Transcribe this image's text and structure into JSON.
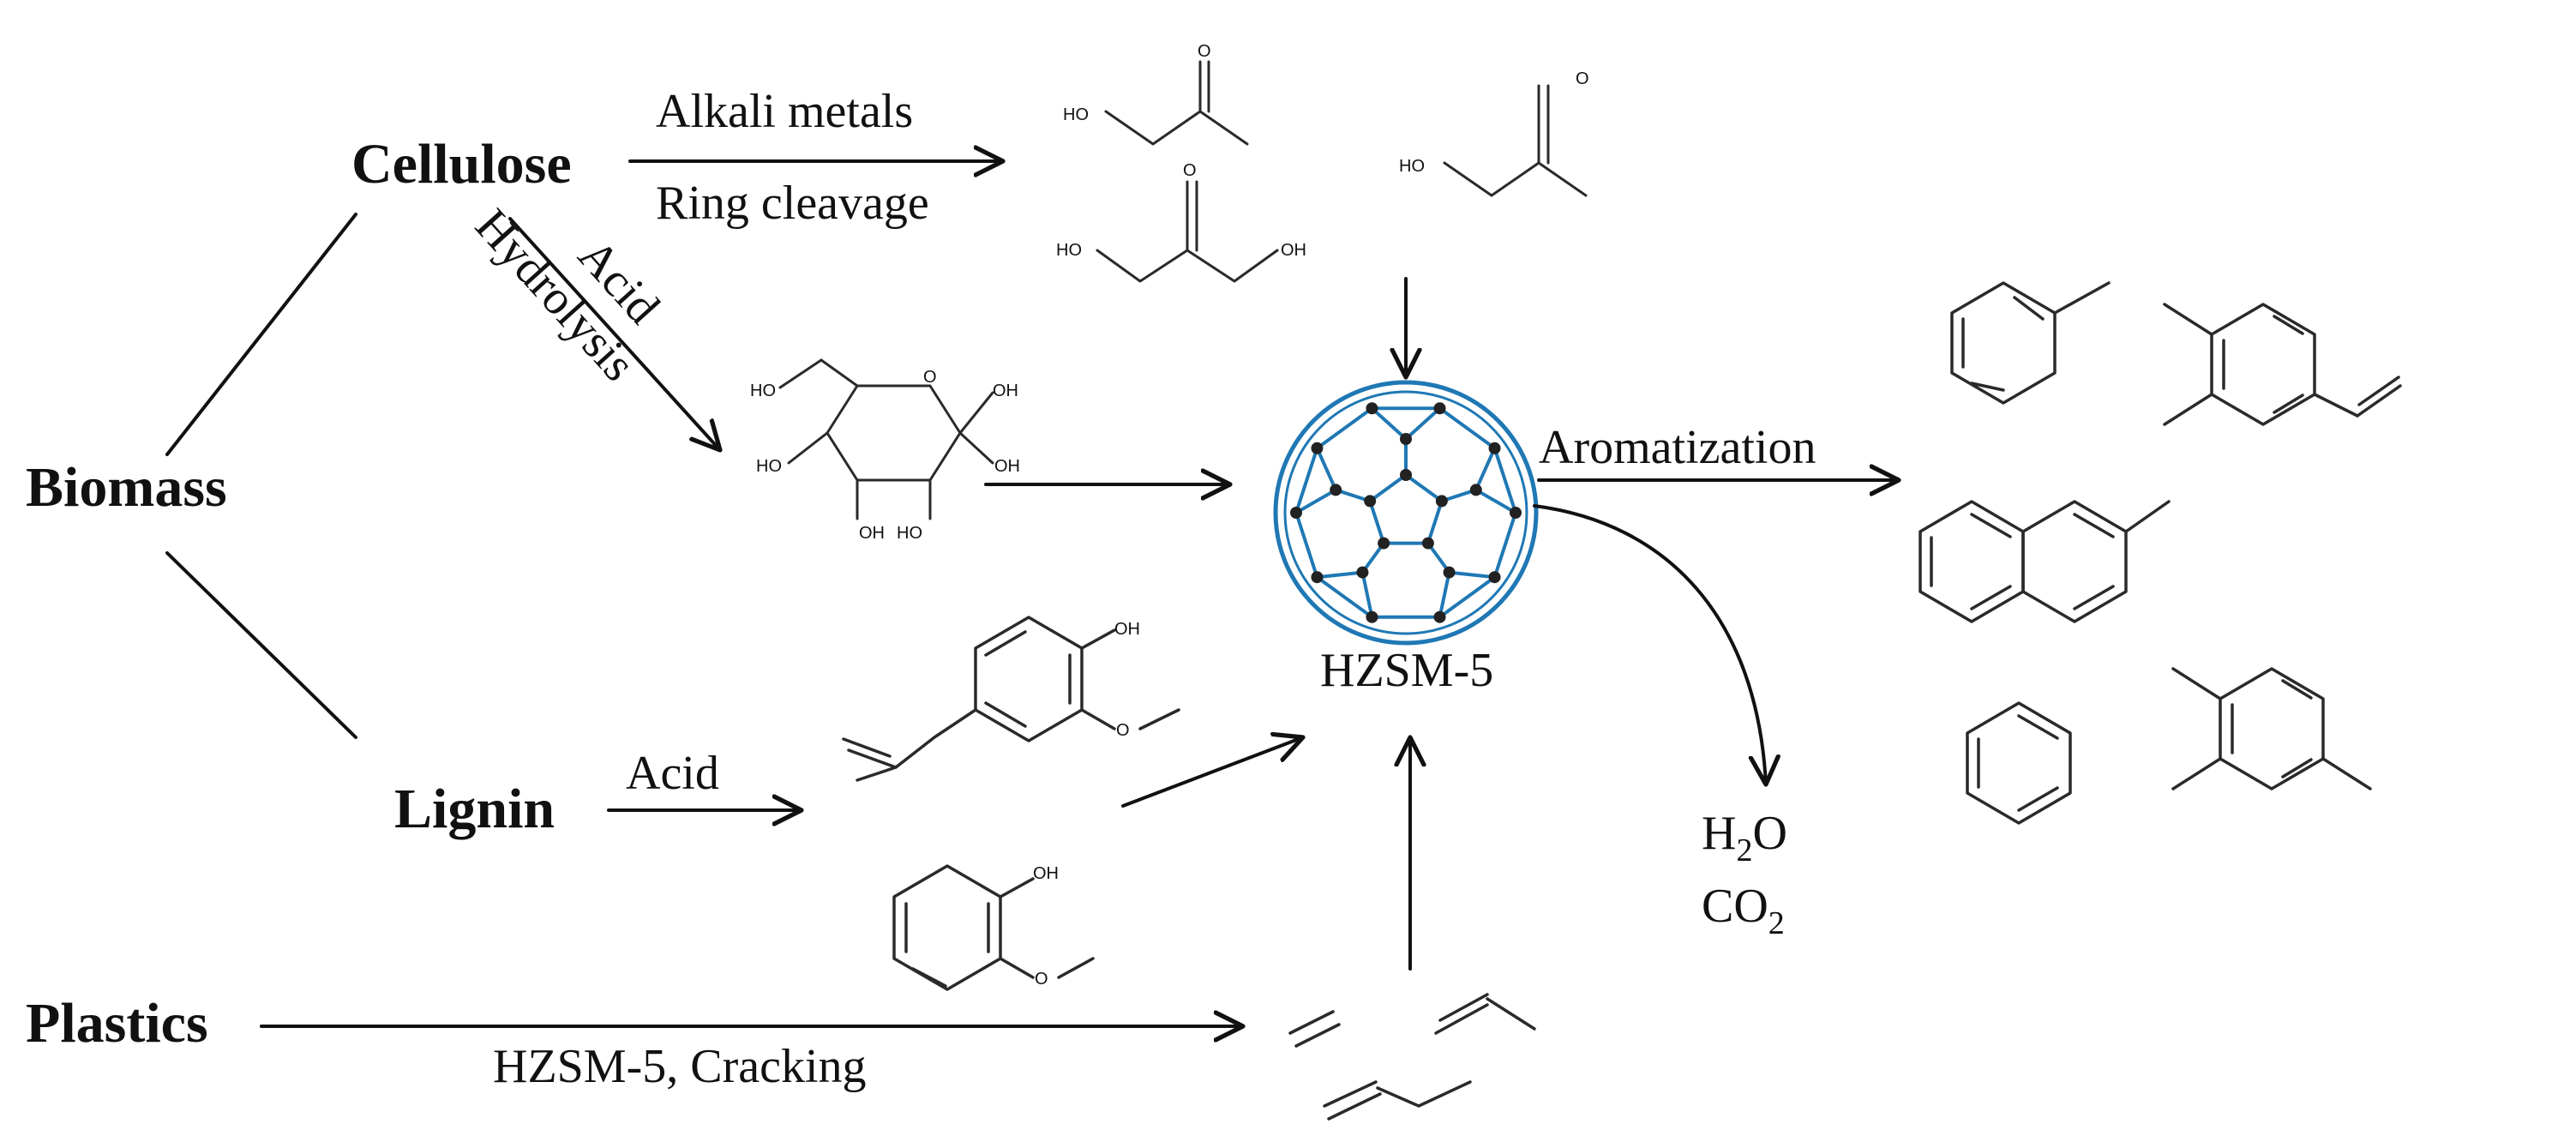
{
  "nodes": {
    "biomass": "Biomass",
    "cellulose": "Cellulose",
    "lignin": "Lignin",
    "plastics": "Plastics",
    "catalyst": "HZSM-5"
  },
  "arrow_labels": {
    "alkali_metals": "Alkali metals",
    "ring_cleavage": "Ring cleavage",
    "acid_upper": "Acid",
    "hydrolysis": "Hydrolysis",
    "acid_lignin": "Acid",
    "hzsm_cracking": "HZSM-5, Cracking",
    "aromatization": "Aromatization"
  },
  "byproducts": {
    "water": {
      "base": "H",
      "sub": "2",
      "tail": "O"
    },
    "co2": {
      "base": "CO",
      "sub": "2"
    }
  },
  "atom_labels": {
    "ho": "HO",
    "oh": "OH",
    "o": "O"
  }
}
